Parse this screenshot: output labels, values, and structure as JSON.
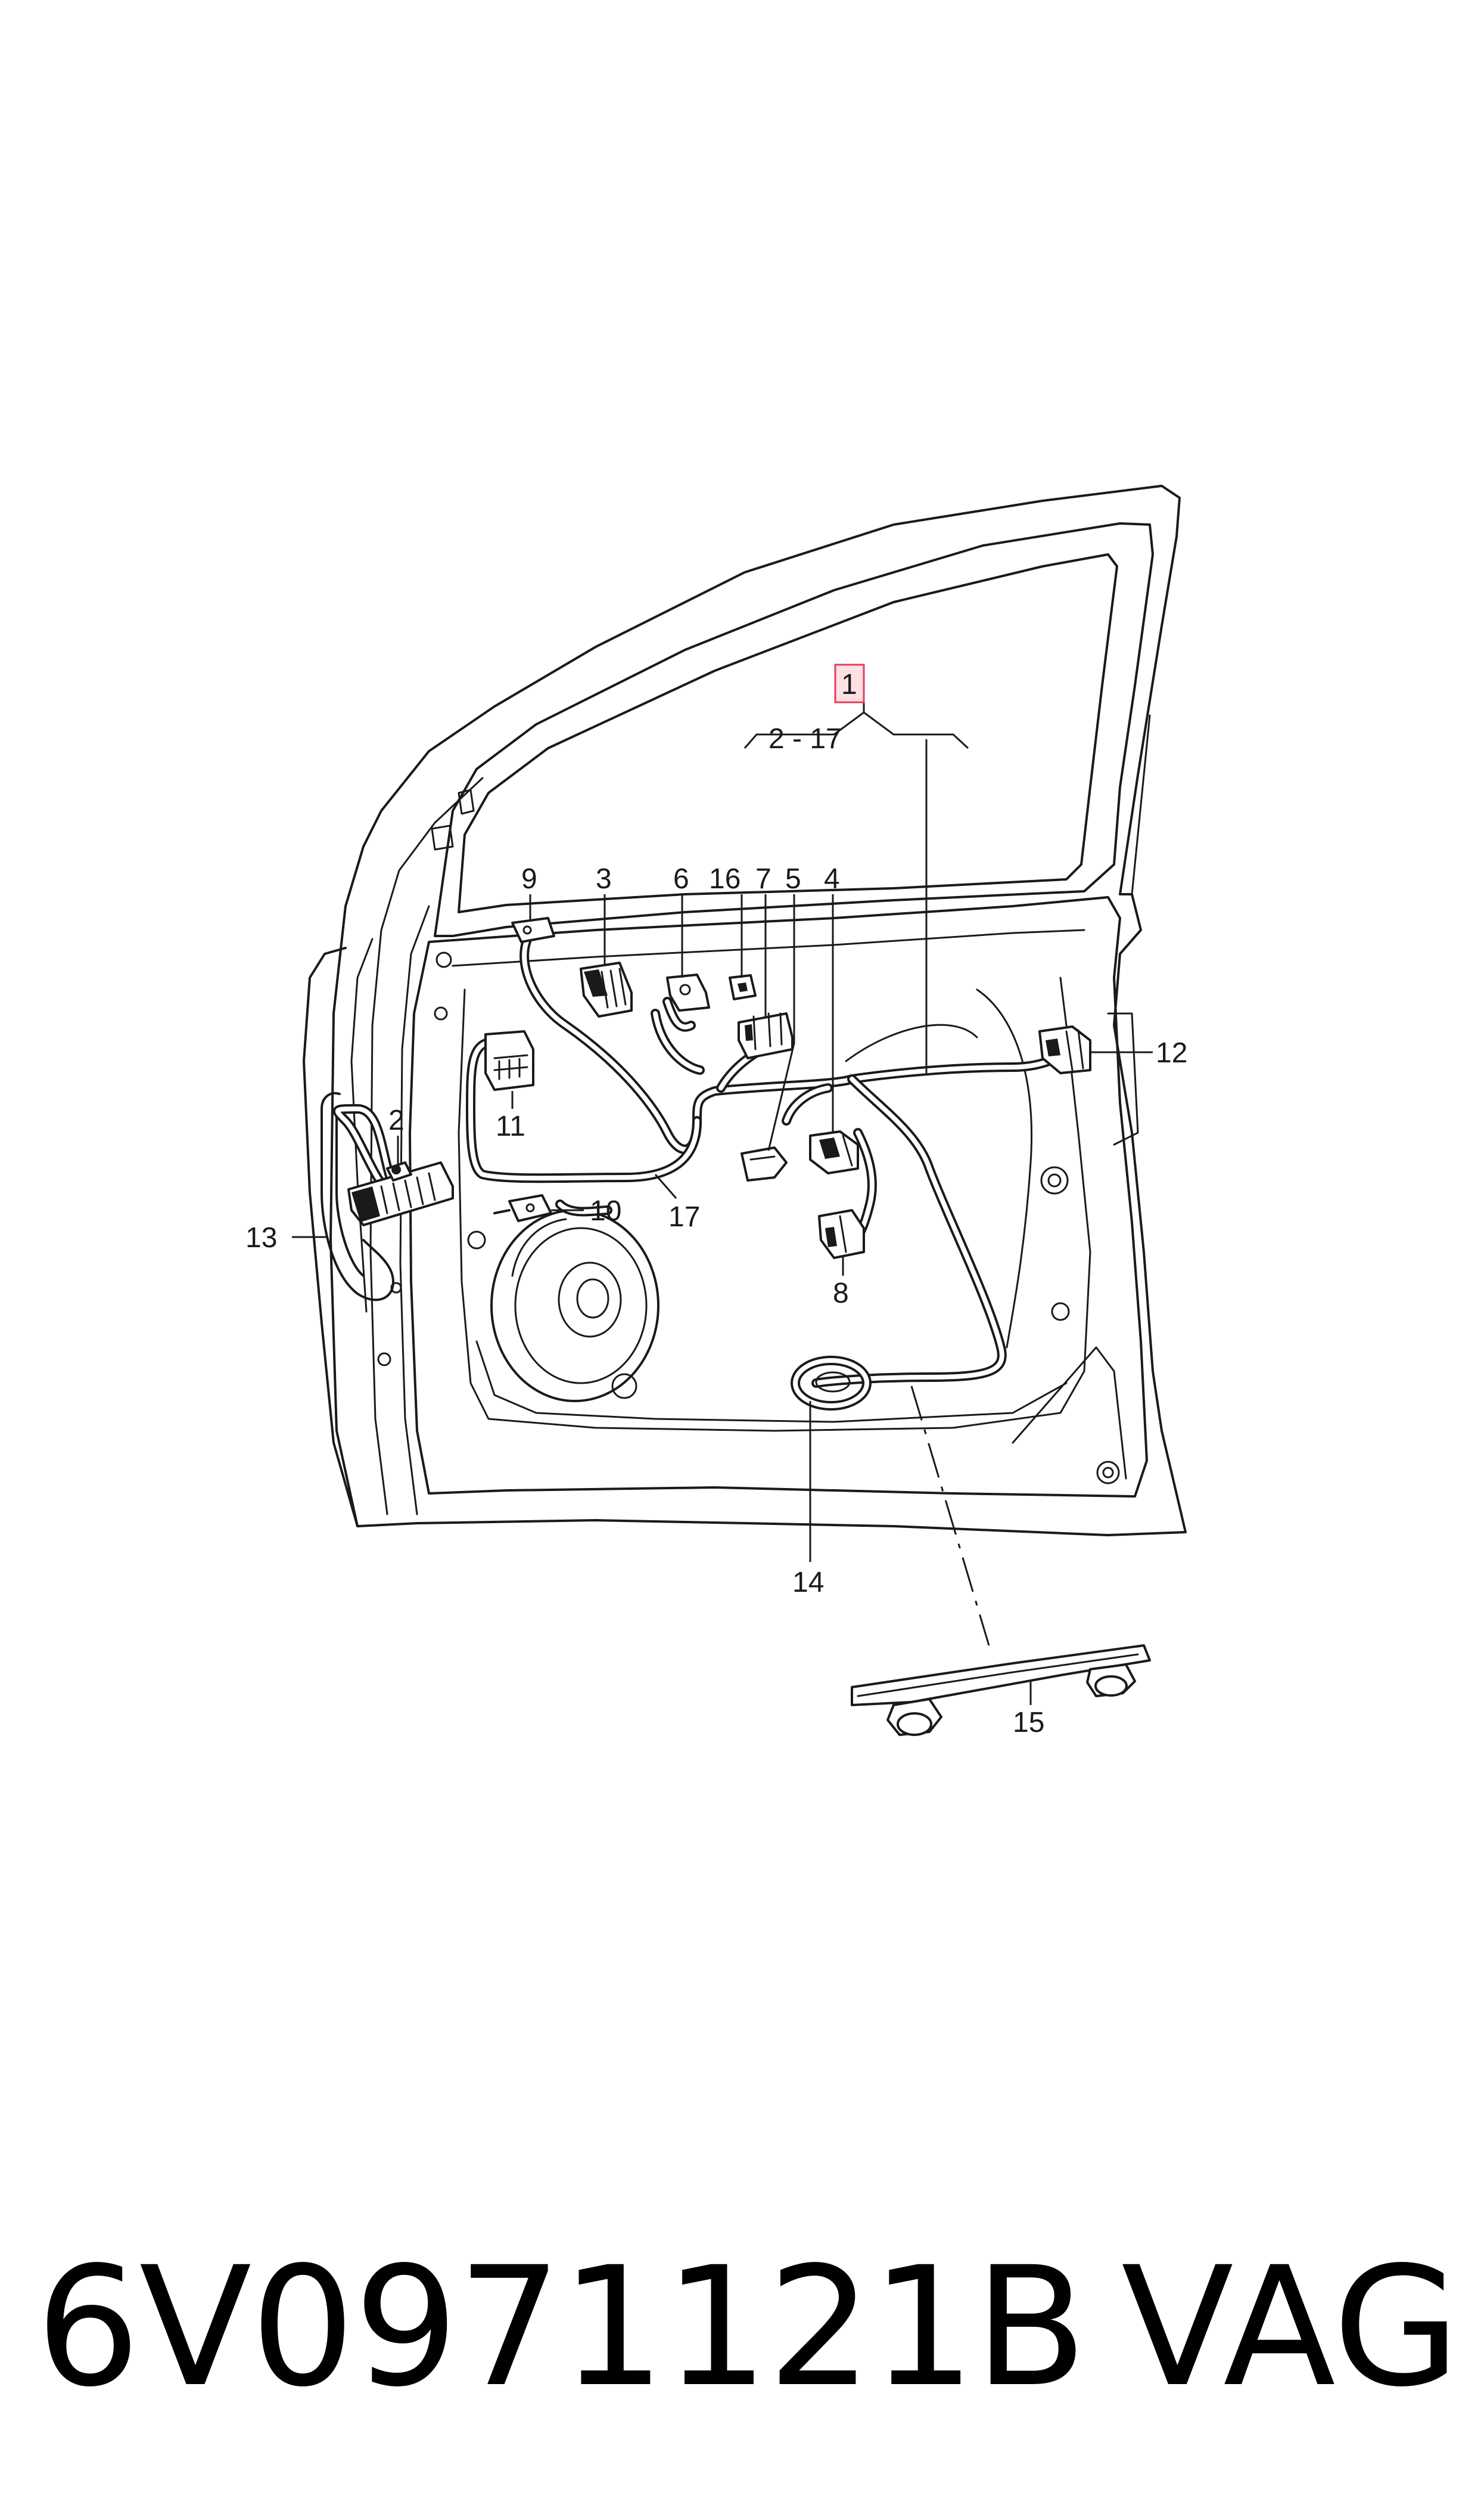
{
  "diagram": {
    "main_label": "1",
    "range_label": "2 - 17",
    "callouts": [
      "2",
      "3",
      "4",
      "5",
      "6",
      "7",
      "8",
      "9",
      "10",
      "11",
      "12",
      "13",
      "14",
      "15",
      "16",
      "17"
    ]
  },
  "footer": {
    "part_number": "6V0971121B",
    "brand": "VAG"
  },
  "colors": {
    "line": "#1a1a1a",
    "highlight_fill": "#fde0e4",
    "highlight_stroke": "#e0405a",
    "background": "#ffffff"
  }
}
